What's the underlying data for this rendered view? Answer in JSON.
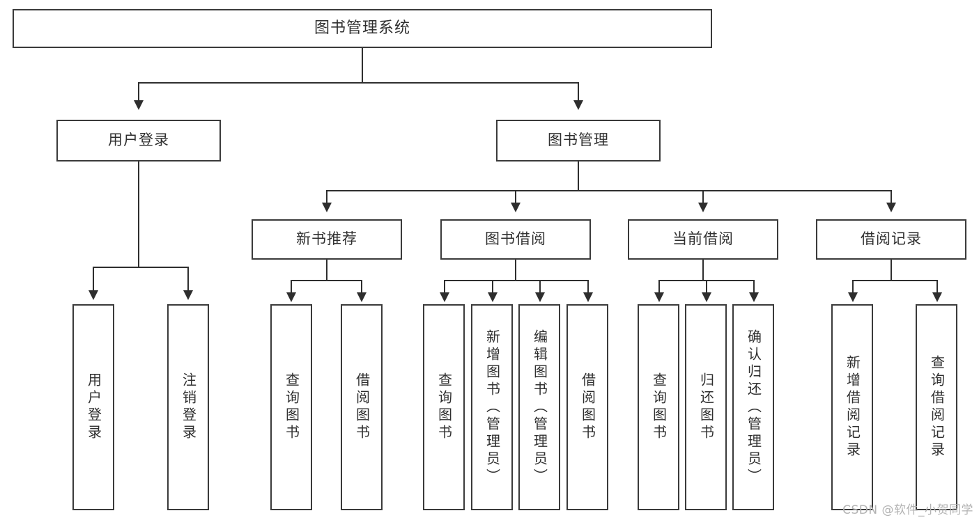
{
  "diagram": {
    "title": "图书管理系统",
    "type": "tree",
    "watermark": "CSDN @软件_小贺同学",
    "colors": {
      "box_border": "#3a3a3a",
      "line": "#2e2e2e",
      "text": "#2f2f2f",
      "background": "#ffffff",
      "watermark": "#b3b3b3"
    },
    "nodes": {
      "root": "图书管理系统",
      "level2": [
        "用户登录",
        "图书管理"
      ],
      "level3": [
        "新书推荐",
        "图书借阅",
        "当前借阅",
        "借阅记录"
      ],
      "leaves": {
        "user_login": [
          "用户登录",
          "注销登录"
        ],
        "new_book": [
          "查询图书",
          "借阅图书"
        ],
        "book_borrow": [
          "查询图书",
          "新增图书（管理员）",
          "编辑图书（管理员）",
          "借阅图书"
        ],
        "current_borrow": [
          "查询图书",
          "归还图书",
          "确认归还（管理员）"
        ],
        "borrow_record": [
          "新增借阅记录",
          "查询借阅记录"
        ]
      }
    }
  }
}
